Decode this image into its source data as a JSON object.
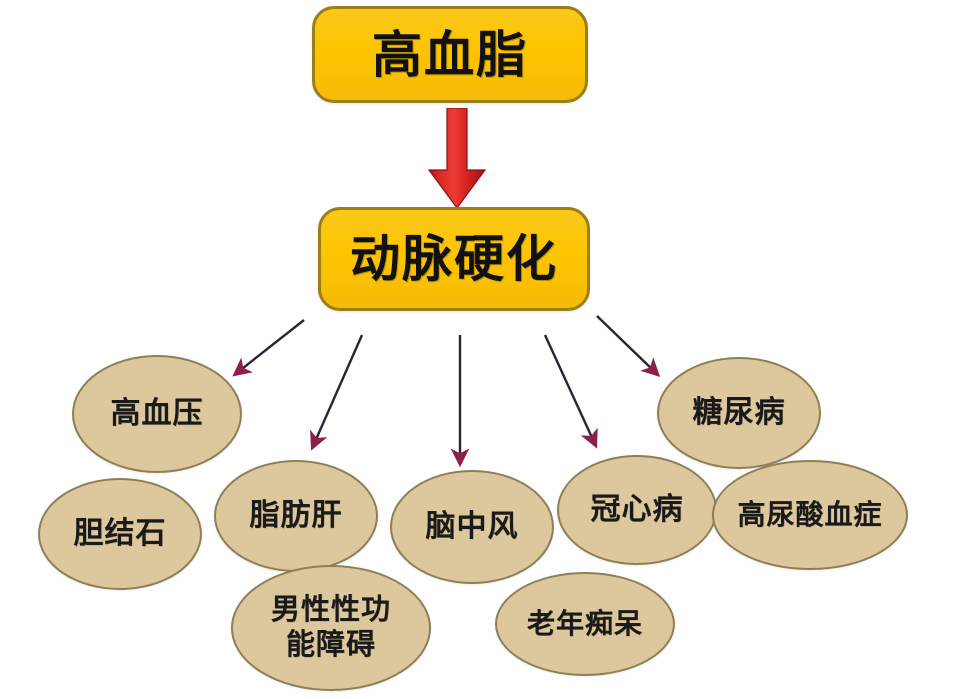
{
  "diagram": {
    "title_chain": [
      {
        "id": "hyperlipidemia",
        "label": "高血脂"
      },
      {
        "id": "atherosclerosis",
        "label": "动脉硬化"
      }
    ],
    "main_arrow": {
      "name": "red-down-arrow",
      "color": "#d21f1f"
    },
    "colors": {
      "box_fill": "#fdc400",
      "box_border": "#9a7f14",
      "node_fill": "#ddc79c",
      "node_border": "#8d7f56",
      "arrow_line": "#2b2238",
      "arrow_head": "#8e1f4b",
      "text": "#111111",
      "background": "#ffffff"
    },
    "outcomes": [
      {
        "id": "hypertension",
        "label": "高血压"
      },
      {
        "id": "gallstones",
        "label": "胆结石"
      },
      {
        "id": "fatty-liver",
        "label": "脂肪肝"
      },
      {
        "id": "male-sexual-dysfunction",
        "label": "男性性功\n能障碍"
      },
      {
        "id": "stroke",
        "label": "脑中风"
      },
      {
        "id": "dementia",
        "label": "老年痴呆"
      },
      {
        "id": "coronary-heart-disease",
        "label": "冠心病"
      },
      {
        "id": "diabetes",
        "label": "糖尿病"
      },
      {
        "id": "hyperuricemia",
        "label": "高尿酸血症"
      }
    ],
    "connections": [
      {
        "from": "atherosclerosis",
        "to": "hypertension"
      },
      {
        "from": "atherosclerosis",
        "to": "fatty-liver"
      },
      {
        "from": "atherosclerosis",
        "to": "stroke"
      },
      {
        "from": "atherosclerosis",
        "to": "coronary-heart-disease"
      },
      {
        "from": "atherosclerosis",
        "to": "diabetes"
      }
    ]
  }
}
